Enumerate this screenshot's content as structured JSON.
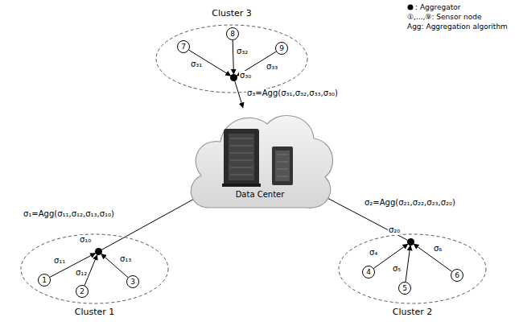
{
  "diagram": {
    "nodes": [
      {
        "text": [
          "Cluster 3"
        ]
      },
      {
        "text": [
          "σ₃₀"
        ],
        "in": 0
      },
      {
        "text": [
          "7"
        ],
        "in": 0
      },
      {
        "text": [
          "8"
        ],
        "in": 0
      },
      {
        "text": [
          "9"
        ],
        "in": 0
      },
      {
        "text": [
          "Data Center"
        ]
      },
      {
        "text": [
          "Cluster 1"
        ]
      },
      {
        "text": [
          "σ₁₀"
        ],
        "in": 6
      },
      {
        "text": [
          "1"
        ],
        "in": 6
      },
      {
        "text": [
          "2"
        ],
        "in": 6
      },
      {
        "text": [
          "3"
        ],
        "in": 6
      },
      {
        "text": [
          "Cluster 2"
        ]
      },
      {
        "text": [
          "σ₂₀"
        ],
        "in": 11
      },
      {
        "text": [
          "4"
        ],
        "in": 11
      },
      {
        "text": [
          "5"
        ],
        "in": 11
      },
      {
        "text": [
          "6"
        ],
        "in": 11
      }
    ],
    "edges": [
      {
        "from": 2,
        "to": 1,
        "arrow": "to",
        "label": "σ₃₁"
      },
      {
        "from": 3,
        "to": 1,
        "arrow": "to",
        "label": "σ₃₂"
      },
      {
        "from": 4,
        "to": 1,
        "arrow": "to",
        "label": "σ₃₃"
      },
      {
        "from": 8,
        "to": 7,
        "arrow": "to",
        "label": "σ₁₁"
      },
      {
        "from": 9,
        "to": 7,
        "arrow": "to",
        "label": "σ₁₂"
      },
      {
        "from": 10,
        "to": 7,
        "arrow": "to",
        "label": "σ₁₃"
      },
      {
        "from": 13,
        "to": 12,
        "arrow": "to",
        "label": "σ₄"
      },
      {
        "from": 14,
        "to": 12,
        "arrow": "to",
        "label": "σ₅"
      },
      {
        "from": 15,
        "to": 12,
        "arrow": "to",
        "label": "σ₆"
      },
      {
        "from": 7,
        "to": 5,
        "arrow": "to",
        "label": "σ₁=Agg(σ₁₁,σ₁₂,σ₁₃,σ₁₀)"
      },
      {
        "from": 12,
        "to": 5,
        "arrow": "to",
        "label": "σ₂=Agg(σ₂₁,σ₂₂,σ₂₃,σ₂₀)"
      },
      {
        "from": 1,
        "to": 5,
        "arrow": "to",
        "label": "σ₃=Agg(σ₃₁,σ₃₂,σ₃₃,σ₃₀)"
      }
    ],
    "legend": [
      {
        "text": ": Aggregator"
      },
      {
        "text": "①,...,⑨: Sensor node"
      },
      {
        "text": "Agg: Aggregation algorithm"
      }
    ]
  }
}
